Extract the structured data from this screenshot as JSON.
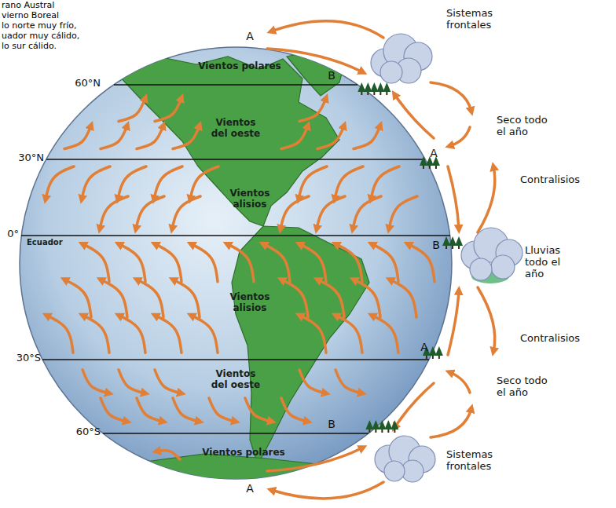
{
  "diagram": {
    "labels": [
      "rano Austral",
      "vierno Boreal",
      "lo norte muy frío,",
      "uador muy cálido,",
      "lo sur cálido.",
      "A",
      "60°N",
      "Vientos polares",
      "B",
      "Sistemas frontales",
      "Vientos del oeste",
      "Seco todo el año",
      "30°N",
      "A",
      "Contralisios",
      "Vientos alisios",
      "0°",
      "Ecuador",
      "B",
      "Lluvias todo el año",
      "Vientos alisios",
      "Contralisios",
      "30°S",
      "A",
      "Vientos del oeste",
      "Seco todo el año",
      "60°S",
      "B",
      "Vientos polares",
      "Sistemas frontales",
      "A"
    ]
  }
}
